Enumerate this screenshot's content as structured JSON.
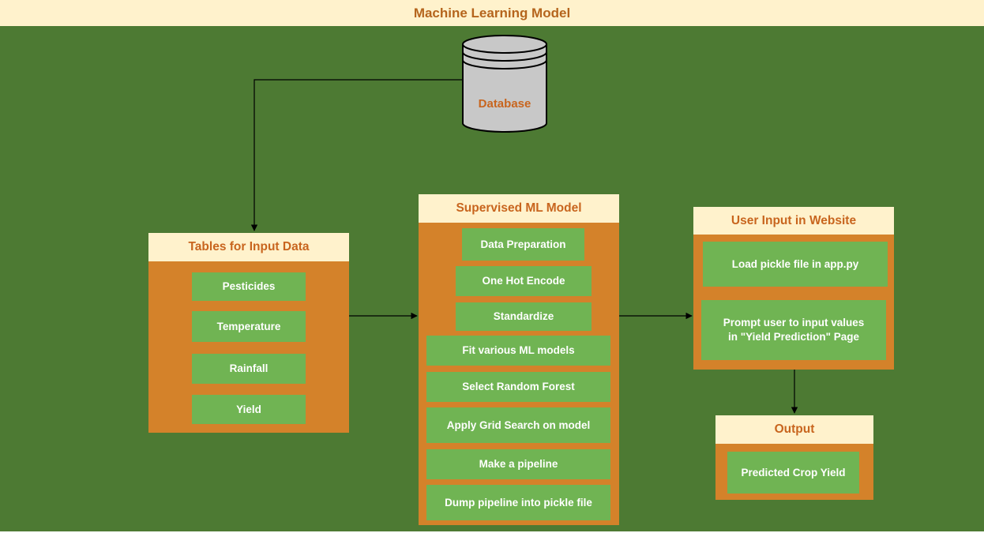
{
  "header": {
    "title": "Machine Learning Model"
  },
  "database": {
    "label": "Database"
  },
  "input_tables": {
    "title": "Tables for Input Data",
    "items": [
      "Pesticides",
      "Temperature",
      "Rainfall",
      "Yield"
    ]
  },
  "ml_model": {
    "title": "Supervised ML Model",
    "steps": [
      "Data Preparation",
      "One Hot Encode",
      "Standardize",
      "Fit various ML models",
      "Select Random Forest",
      "Apply Grid Search on model",
      "Make a pipeline",
      "Dump pipeline into pickle file"
    ]
  },
  "website": {
    "title": "User Input in Website",
    "steps": [
      "Load  pickle file in app.py",
      "Prompt user to input values in \"Yield Prediction\" Page"
    ]
  },
  "output": {
    "title": "Output",
    "items": [
      "Predicted  Crop Yield"
    ]
  },
  "colors": {
    "background": "#4d7a33",
    "header_bg": "#fff2cc",
    "container": "#d4822a",
    "item": "#70b453",
    "title_text": "#c8651e"
  }
}
